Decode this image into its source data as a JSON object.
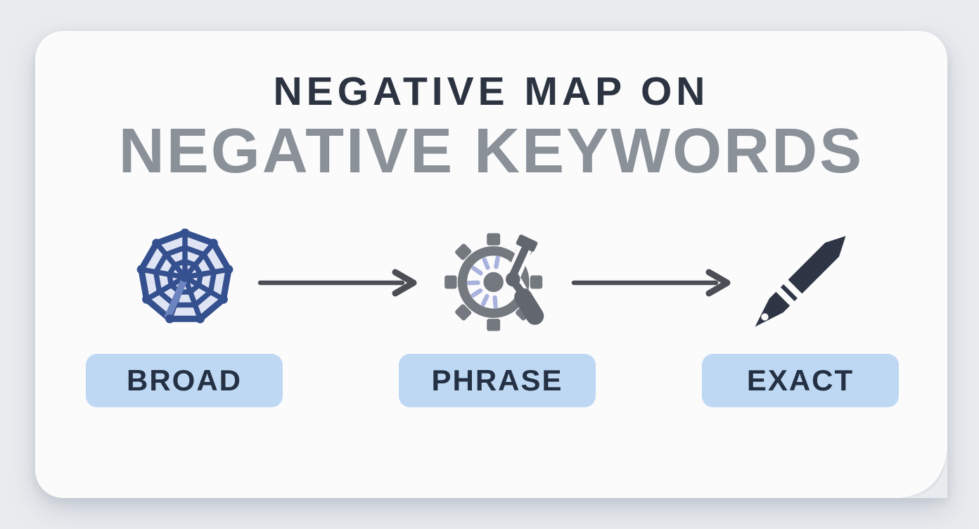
{
  "title": {
    "line1": "NEGATIVE MAP ON",
    "line2": "NEGATIVE KEYWORDS"
  },
  "flow": {
    "steps": [
      {
        "label": "BROAD",
        "icon": "spider-web-icon"
      },
      {
        "label": "PHRASE",
        "icon": "gear-magnifier-icon"
      },
      {
        "label": "EXACT",
        "icon": "fountain-pen-icon"
      }
    ],
    "connector_icon": "arrow-right-icon"
  },
  "theme": {
    "page-bg": "#e9ebee",
    "card-bg": "#fbfbfc",
    "title-primary": "#2c3441",
    "title-secondary": "#8b9199",
    "arrow-color": "#4b4f55",
    "chip-bg": "#bed8f3",
    "chip-text": "#243043",
    "web-blue": "#35508f",
    "web-fill": "#dfe4f4",
    "web-strand": "#6c84bf",
    "gear-gray": "#74787f",
    "gear-accent": "#a9b1dd",
    "tool-dark": "#62666e",
    "pen-dark": "#2e3645",
    "curl-shade": "#dcdfe5"
  }
}
